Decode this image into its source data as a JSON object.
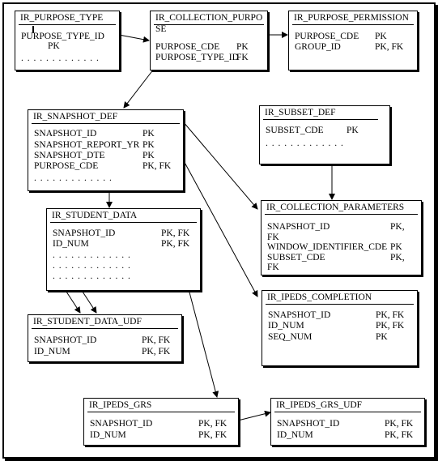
{
  "entities": {
    "purpose_type": {
      "title": "IR_PURPOSE_TYPE",
      "fields": [
        {
          "name": "PURPOSE_TYPE_ID",
          "key": "PK"
        }
      ],
      "more": ". . . . . . . . . . . . ."
    },
    "collection_purpose": {
      "title": "IR_COLLECTION_PURPO",
      "title_wrap": "SE",
      "fields": [
        {
          "name": "PURPOSE_CDE",
          "key": "PK"
        },
        {
          "name": "PURPOSE_TYPE_ID",
          "key": "FK"
        }
      ]
    },
    "purpose_permission": {
      "title": "IR_PURPOSE_PERMISSION",
      "fields": [
        {
          "name": "PURPOSE_CDE",
          "key": "PK"
        },
        {
          "name": "GROUP_ID",
          "key": "PK, FK"
        }
      ]
    },
    "snapshot_def": {
      "title": "IR_SNAPSHOT_DEF",
      "fields": [
        {
          "name": "SNAPSHOT_ID",
          "key": "PK"
        },
        {
          "name": "SNAPSHOT_REPORT_YR",
          "key": "PK"
        },
        {
          "name": "SNAPSHOT_DTE",
          "key": "PK"
        },
        {
          "name": "PURPOSE_CDE",
          "key": "PK, FK"
        }
      ],
      "more": ". . . . . . . . . . . . ."
    },
    "subset_def": {
      "title": "IR_SUBSET_DEF",
      "fields": [
        {
          "name": "SUBSET_CDE",
          "key": "PK"
        }
      ],
      "more": ". . . . . . . . . . . . ."
    },
    "student_data": {
      "title": "IR_STUDENT_DATA",
      "fields": [
        {
          "name": "SNAPSHOT_ID",
          "key": "PK, FK"
        },
        {
          "name": "ID_NUM",
          "key": "PK, FK"
        }
      ],
      "more": [
        ". . . . . . . . . . . . .",
        ". . . . . . . . . . . . .",
        ". . . . . . . . . . . . ."
      ]
    },
    "collection_parameters": {
      "title": "IR_COLLECTION_PARAMETERS",
      "fields": [
        {
          "name": "SNAPSHOT_ID",
          "key": "PK,"
        },
        {
          "name": "FK",
          "key": ""
        },
        {
          "name": "WINDOW_IDENTIFIER_CDE",
          "key": "PK"
        },
        {
          "name": "SUBSET_CDE",
          "key": "PK,"
        },
        {
          "name": "FK",
          "key": ""
        }
      ]
    },
    "ipeds_completion": {
      "title": "IR_IPEDS_COMPLETION",
      "fields": [
        {
          "name": "SNAPSHOT_ID",
          "key": "PK, FK"
        },
        {
          "name": "ID_NUM",
          "key": "PK, FK"
        },
        {
          "name": "SEQ_NUM",
          "key": "PK"
        }
      ]
    },
    "student_data_udf": {
      "title": "IR_STUDENT_DATA_UDF",
      "fields": [
        {
          "name": "SNAPSHOT_ID",
          "key": "PK, FK"
        },
        {
          "name": "ID_NUM",
          "key": "PK, FK"
        }
      ]
    },
    "ipeds_grs": {
      "title": "IR_IPEDS_GRS",
      "fields": [
        {
          "name": "SNAPSHOT_ID",
          "key": "PK, FK"
        },
        {
          "name": "ID_NUM",
          "key": "PK, FK"
        }
      ]
    },
    "ipeds_grs_udf": {
      "title": "IR_IPEDS_GRS_UDF",
      "fields": [
        {
          "name": "SNAPSHOT_ID",
          "key": "PK, FK"
        },
        {
          "name": "ID_NUM",
          "key": "PK, FK"
        }
      ]
    }
  }
}
